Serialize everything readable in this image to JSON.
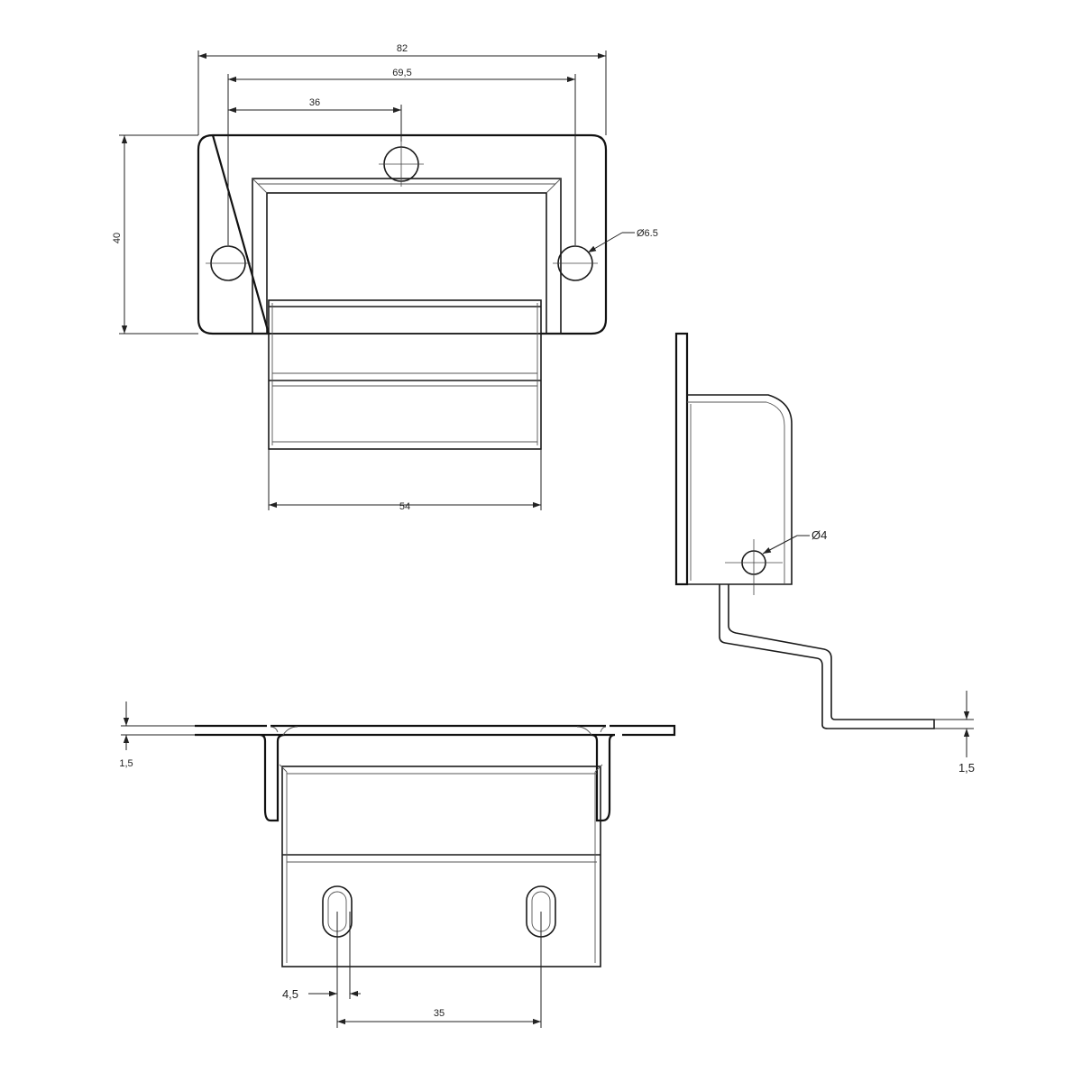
{
  "dimensions": {
    "overall_width": "82",
    "hole_spacing": "69,5",
    "center_offset": "36",
    "height": "40",
    "hole_diameter": "Ø6.5",
    "handle_width": "54",
    "side_hole_diameter": "Ø4",
    "side_thickness": "1,5",
    "front_thickness": "1,5",
    "slot_width": "4,5",
    "slot_spacing": "35"
  }
}
